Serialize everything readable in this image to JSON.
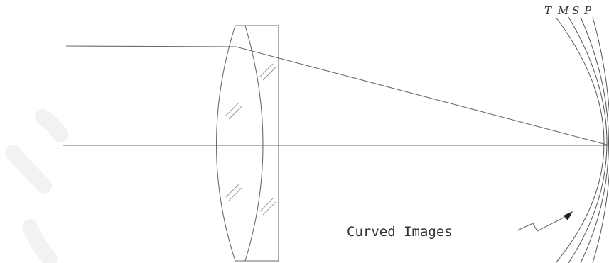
{
  "diagram": {
    "surface_labels": [
      "T",
      "M",
      "S",
      "P"
    ],
    "caption": "Curved Images"
  },
  "colors": {
    "line": "#6b6b6b",
    "background": "#ffffff"
  }
}
